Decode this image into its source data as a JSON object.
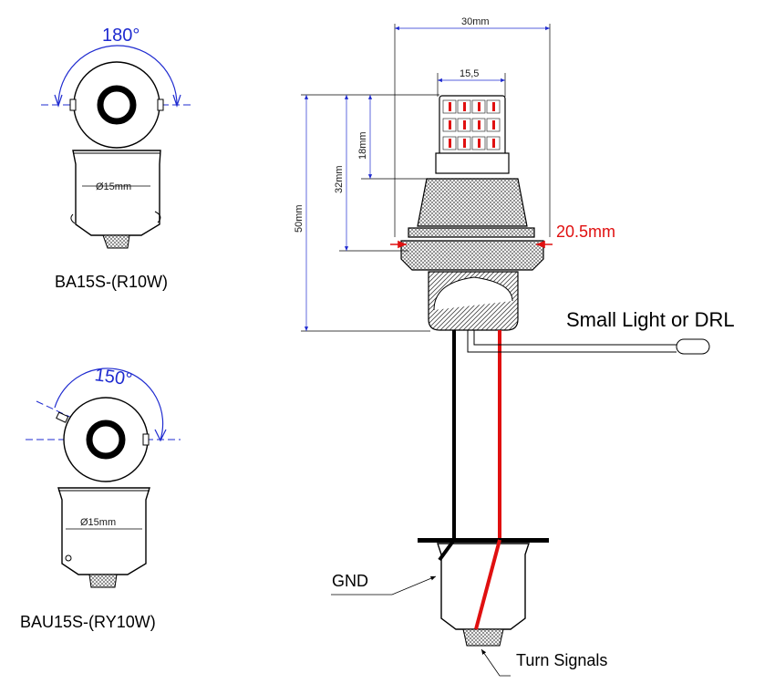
{
  "left_top": {
    "angle_label": "180°",
    "diameter_label": "Ø15mm",
    "name": "BA15S-(R10W)"
  },
  "left_bottom": {
    "angle_label": "150°",
    "diameter_label": "Ø15mm",
    "name": "BAU15S-(RY10W)"
  },
  "main": {
    "width_label": "30mm",
    "top_width_label": "15,5",
    "height_18_label": "18mm",
    "height_32_label": "32mm",
    "height_50_label": "50mm",
    "collar_label": "20.5mm",
    "drl_label": "Small Light or DRL",
    "gnd_label": "GND",
    "turn_label": "Turn Signals"
  },
  "colors": {
    "dimension": "#1f2bd0",
    "highlight": "#e01010",
    "wire_red": "#e01010",
    "wire_black": "#000000"
  }
}
